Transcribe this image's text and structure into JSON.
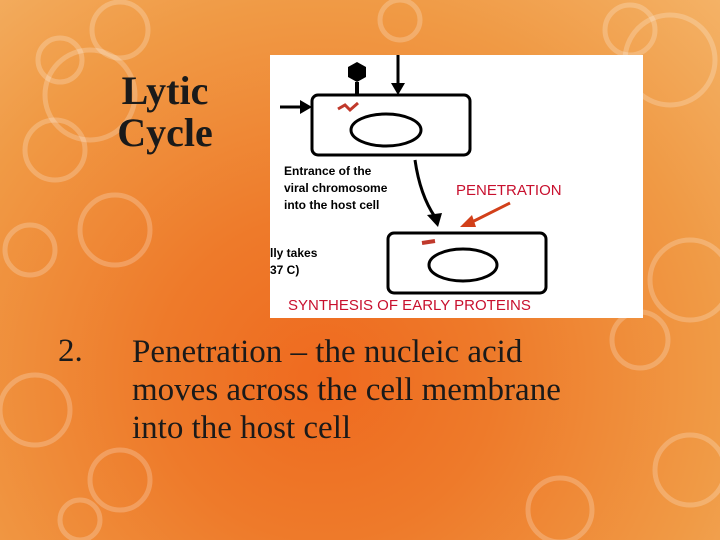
{
  "slide": {
    "title_lines": [
      "Lytic",
      "Cycle"
    ],
    "bullet": {
      "number": "2.",
      "lines": [
        "Penetration – the nucleic acid",
        "moves across the cell membrane",
        "into the host cell"
      ]
    }
  },
  "figure": {
    "caption_entrance_lines": [
      "Entrance of the",
      "viral chromosome",
      "into the host cell"
    ],
    "label_penetration": "PENETRATION",
    "caption_takes_lines": [
      "lly takes",
      "37 C)"
    ],
    "label_synthesis": "SYNTHESIS OF EARLY PROTEINS"
  },
  "colors": {
    "background_center": "#ef6a1f",
    "background_edge": "#f4b266",
    "text": "#1a1a1a",
    "penetration_label": "#c8102e",
    "arrow_red": "#d2401a"
  }
}
